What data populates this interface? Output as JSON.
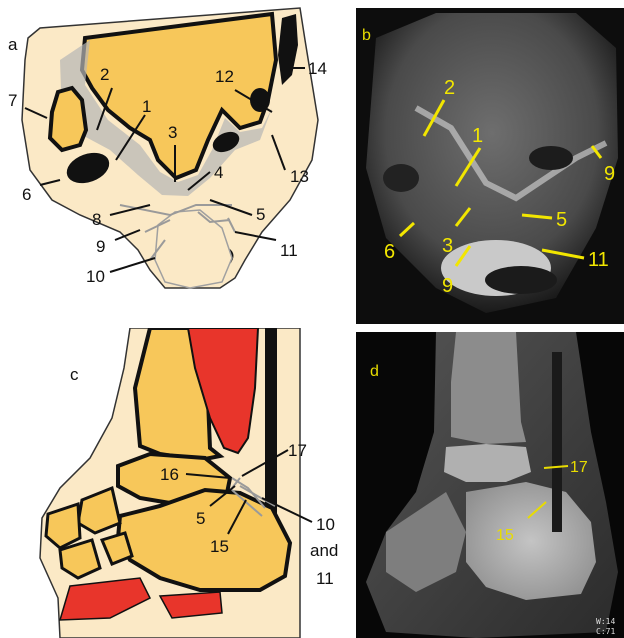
{
  "panels": {
    "a": {
      "letter": "a",
      "labels": [
        "1",
        "2",
        "3",
        "4",
        "5",
        "6",
        "7",
        "8",
        "9",
        "10",
        "11",
        "12",
        "13",
        "14"
      ]
    },
    "b": {
      "letter": "b",
      "labels": [
        "2",
        "1",
        "9",
        "5",
        "6",
        "3",
        "9",
        "11"
      ]
    },
    "c": {
      "letter": "c",
      "labels": [
        "16",
        "17",
        "5",
        "15",
        "10",
        "and",
        "11"
      ]
    },
    "d": {
      "letter": "d",
      "labels": [
        "17",
        "15"
      ],
      "corner_text": [
        "W:14",
        "C:71"
      ]
    }
  },
  "colors": {
    "bone": "#f7c75a",
    "soft_tissue": "#fbe9c6",
    "muscle": "#e8352b",
    "ligament": "#a9a9a9",
    "annotation_yellow": "#f2e600"
  }
}
